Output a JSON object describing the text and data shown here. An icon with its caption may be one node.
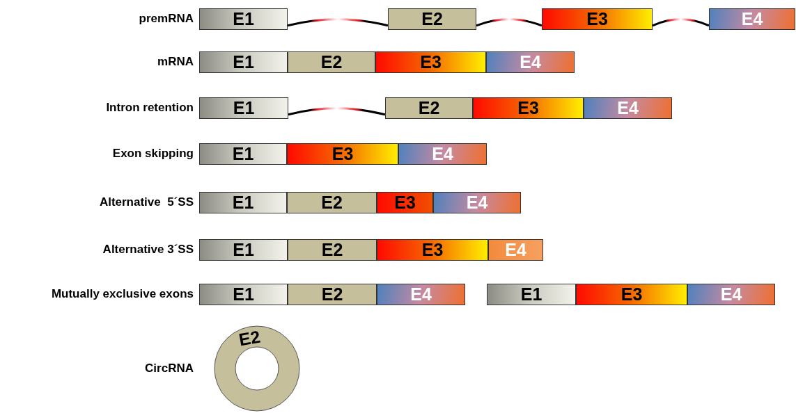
{
  "diagram": {
    "nodes": [
      {
        "text": [
          "E1"
        ]
      },
      {
        "text": [
          "E2"
        ]
      },
      {
        "text": [
          "E3"
        ]
      },
      {
        "text": [
          "E4"
        ]
      },
      {
        "text": [
          "E1"
        ]
      },
      {
        "text": [
          "E2"
        ]
      },
      {
        "text": [
          "E3"
        ]
      },
      {
        "text": [
          "E4"
        ]
      },
      {
        "text": [
          "E1"
        ]
      },
      {
        "text": [
          "E2"
        ]
      },
      {
        "text": [
          "E3"
        ]
      },
      {
        "text": [
          "E4"
        ]
      },
      {
        "text": [
          "E1"
        ]
      },
      {
        "text": [
          "E3"
        ]
      },
      {
        "text": [
          "E4"
        ]
      },
      {
        "text": [
          "E1"
        ]
      },
      {
        "text": [
          "E2"
        ]
      },
      {
        "text": [
          "E3"
        ]
      },
      {
        "text": [
          "E4"
        ]
      },
      {
        "text": [
          "E1"
        ]
      },
      {
        "text": [
          "E2"
        ]
      },
      {
        "text": [
          "E3"
        ]
      },
      {
        "text": [
          "E4"
        ]
      },
      {
        "text": [
          "E1"
        ]
      },
      {
        "text": [
          "E2"
        ]
      },
      {
        "text": [
          "E4"
        ]
      },
      {
        "text": [
          "E1"
        ]
      },
      {
        "text": [
          "E3"
        ]
      },
      {
        "text": [
          "E4"
        ]
      },
      {
        "text": [
          "E2"
        ]
      }
    ],
    "edges": [
      {
        "from": 0,
        "to": 1,
        "arrow": "none"
      },
      {
        "from": 1,
        "to": 2,
        "arrow": "none"
      },
      {
        "from": 2,
        "to": 3,
        "arrow": "none"
      },
      {
        "from": 8,
        "to": 9,
        "arrow": "none"
      }
    ],
    "labels": [
      "premRNA",
      "mRNA",
      "Intron retention",
      "Exon skipping",
      "Alternative  5´SS",
      "Alternative 3´SS",
      "Mutually exclusive exons",
      "CircRNA"
    ]
  }
}
